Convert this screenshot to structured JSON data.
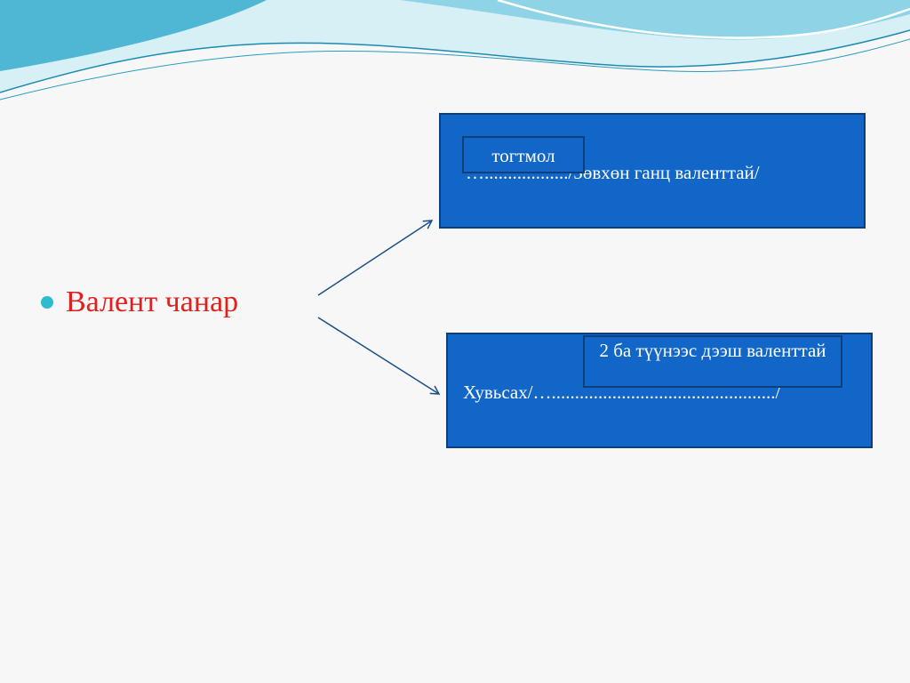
{
  "slide": {
    "bullet": {
      "text": "Валент чанар"
    },
    "top_box": {
      "text": "…................../Зөвхөн ганц валенттай/",
      "label": "тогтмол"
    },
    "bottom_box": {
      "text": "Хувьсах/…................................................/",
      "label": "2 ба түүнээс дээш валенттай"
    }
  },
  "colors": {
    "box_fill": "#1166c8",
    "box_border": "#0d3f7c",
    "bullet_text": "#e0201c",
    "bullet_dot": "#2cbcd0",
    "arrow": "#1c4f86"
  }
}
